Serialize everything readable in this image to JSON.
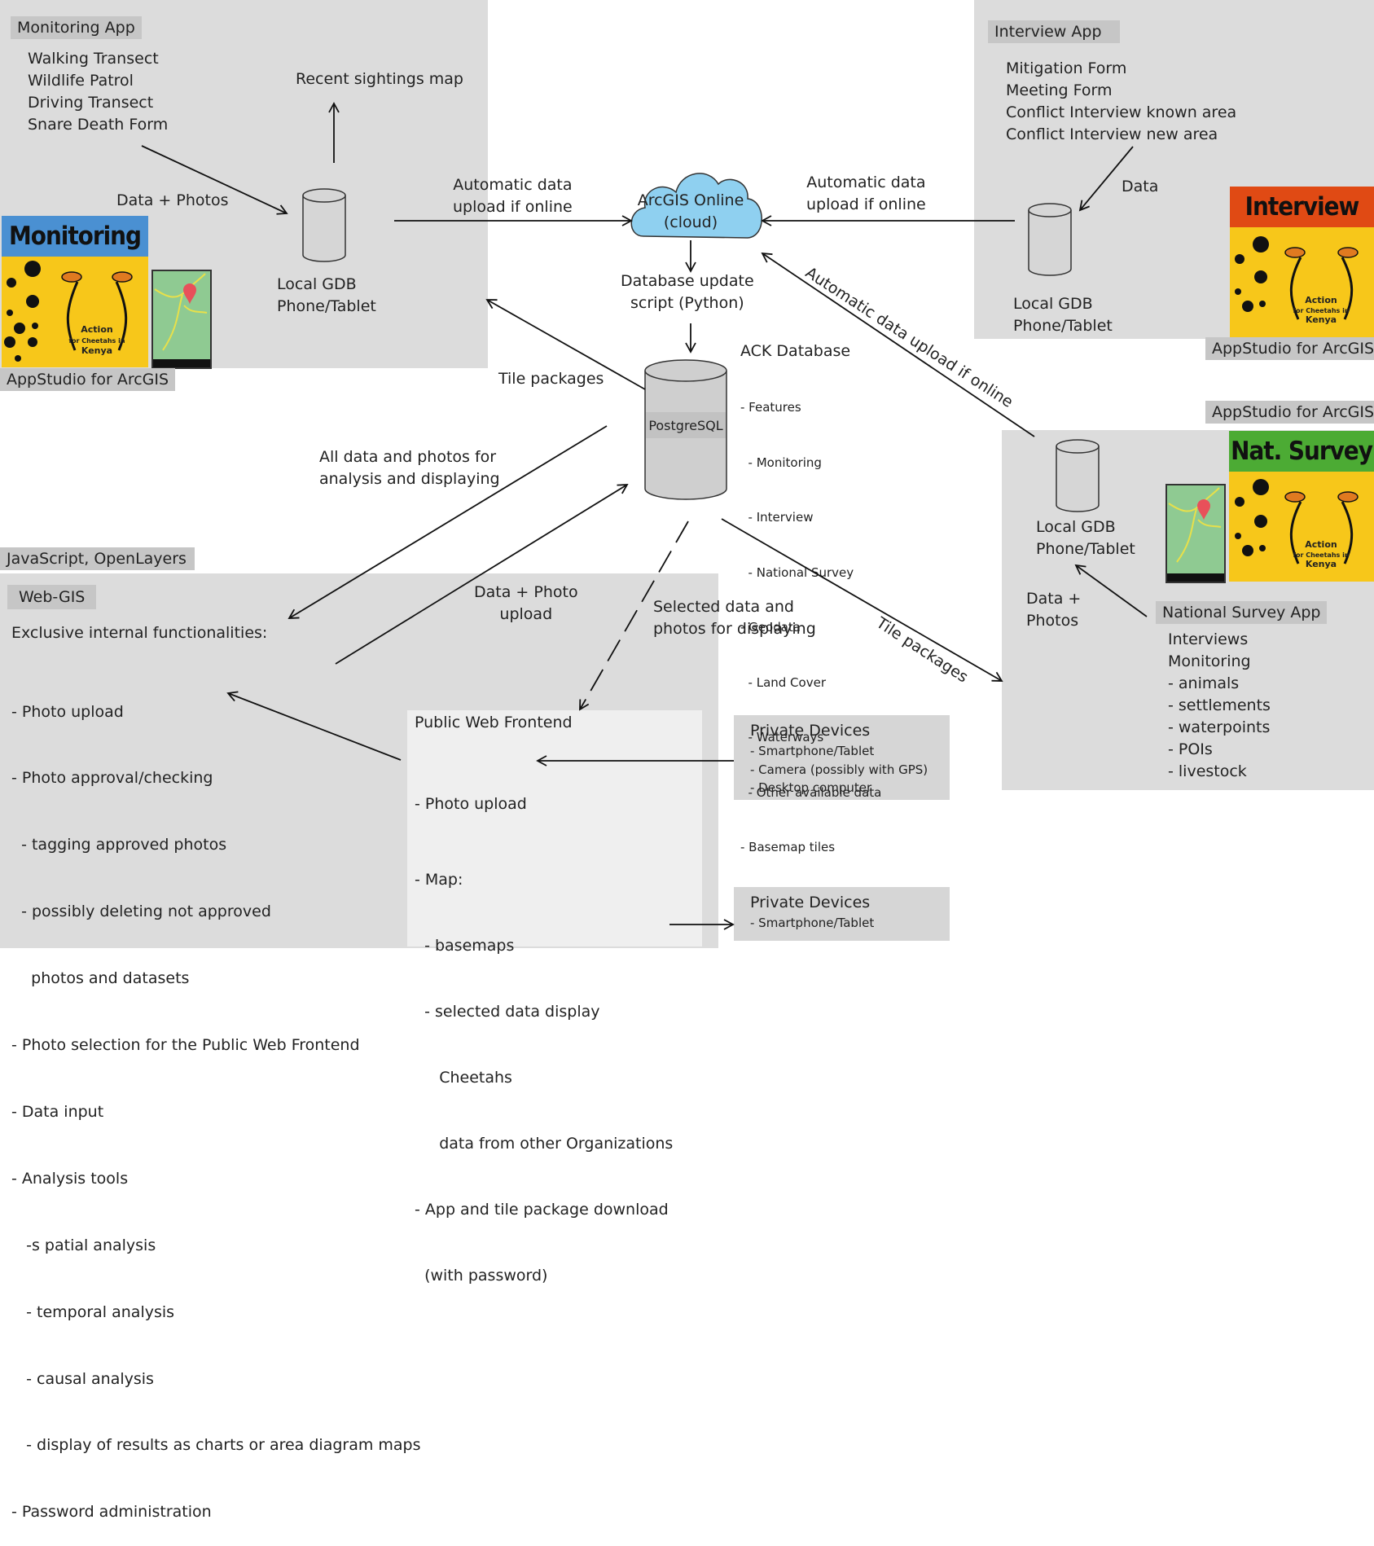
{
  "monitoring": {
    "tag": "Monitoring App",
    "forms": [
      "Walking Transect",
      "Wildlife Patrol",
      "Driving Transect",
      "Snare Death Form"
    ],
    "recent_map": "Recent sightings map",
    "data_photos": "Data + Photos",
    "gdb": [
      "Local GDB",
      "Phone/Tablet"
    ],
    "logo_band": "Monitoring",
    "logo_band_color": "#4a90d2",
    "appstudio": "AppStudio for ArcGIS"
  },
  "interview": {
    "tag": "Interview App",
    "forms": [
      "Mitigation Form",
      "Meeting Form",
      "Conflict Interview known area",
      "Conflict Interview new area"
    ],
    "data_label": "Data",
    "gdb": [
      "Local GDB",
      "Phone/Tablet"
    ],
    "logo_band": "Interview",
    "logo_band_color": "#e04a14",
    "appstudio": "AppStudio for ArcGIS"
  },
  "survey": {
    "appstudio": "AppStudio for ArcGIS",
    "logo_band": "Nat. Survey",
    "logo_band_color": "#4cab34",
    "gdb": [
      "Local GDB",
      "Phone/Tablet"
    ],
    "data_photos": [
      "Data +",
      "Photos"
    ],
    "tag": "National Survey App",
    "items": [
      "Interviews",
      "Monitoring",
      "- animals",
      "- settlements",
      "- waterpoints",
      "- POIs",
      "- livestock"
    ]
  },
  "logo_text": [
    "Action",
    "for Cheetahs in",
    "Kenya"
  ],
  "center": {
    "cloud": [
      "ArcGIS Online",
      "(cloud)"
    ],
    "cloud_color": "#8fd0f0",
    "upload_left": [
      "Automatic data",
      "upload if online"
    ],
    "upload_right": [
      "Automatic data",
      "upload if online"
    ],
    "upload_diag": "Automatic data upload if online",
    "script": [
      "Database update",
      "script (Python)"
    ],
    "db_label": "PostgreSQL",
    "db_title": "ACK Database",
    "db_items": [
      "- Features",
      "  - Monitoring",
      "  - Interview",
      "  - National Survey",
      "- Geodata",
      "  - Land Cover",
      "  - Waterways",
      "  - Other available data",
      "- Basemap tiles"
    ],
    "tile_left": "Tile packages",
    "tile_right": "Tile packages",
    "all_data": [
      "All data and photos for",
      "analysis and displaying"
    ],
    "data_photo_upload": [
      "Data + Photo",
      "upload"
    ],
    "selected": [
      "Selected data and",
      "photos for displaying"
    ]
  },
  "webgis": {
    "tech_tag": "JavaScript, OpenLayers",
    "tag": "Web-GIS",
    "heading": "Exclusive internal functionalities:",
    "items": [
      "- Photo upload",
      "- Photo approval/checking",
      "  - tagging approved photos",
      "  - possibly deleting not approved",
      "    photos and datasets",
      "- Photo selection for the Public Web Frontend",
      "- Data input",
      "- Analysis tools",
      "   -s patial analysis",
      "   - temporal analysis",
      "   - causal analysis",
      "   - display of results as charts or area diagram maps",
      "- Password administration"
    ]
  },
  "frontend": {
    "title": "Public Web Frontend",
    "items": [
      "- Photo upload",
      "- Map:",
      "  - basemaps",
      "  - selected data display",
      "     Cheetahs",
      "     data from other Organizations",
      "- App and tile package download",
      "  (with password)"
    ]
  },
  "devices1": {
    "title": "Private Devices",
    "items": [
      "- Smartphone/Tablet",
      "- Camera (possibly with GPS)",
      "- Desktop computer"
    ]
  },
  "devices2": {
    "title": "Private Devices",
    "items": [
      "- Smartphone/Tablet"
    ]
  }
}
